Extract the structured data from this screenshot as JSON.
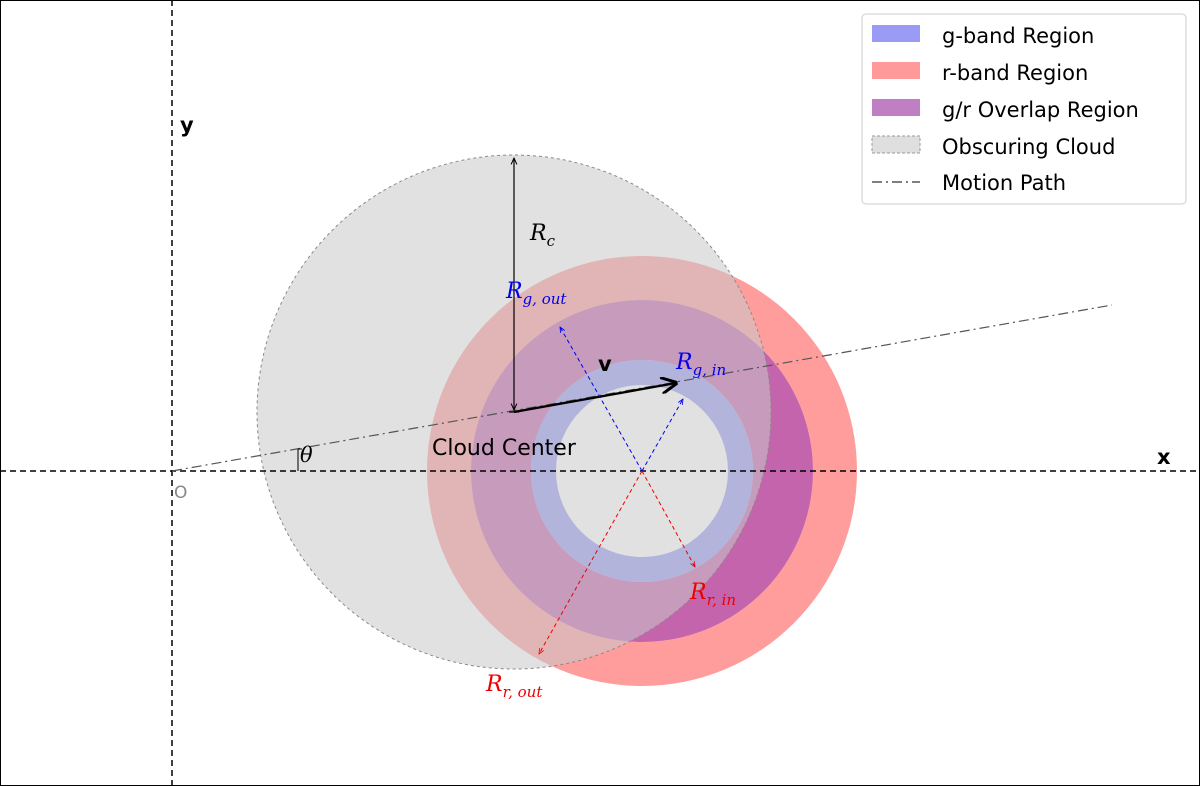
{
  "axes": {
    "x_label": "x",
    "y_label": "y",
    "origin_label": "O"
  },
  "labels": {
    "cloud_radius": {
      "main": "R",
      "sub": "c"
    },
    "g_out": {
      "main": "R",
      "sub": "g, out"
    },
    "g_in": {
      "main": "R",
      "sub": "g, in"
    },
    "r_in": {
      "main": "R",
      "sub": "r, in"
    },
    "r_out": {
      "main": "R",
      "sub": "r, out"
    },
    "velocity": "v",
    "angle": "θ",
    "cloud_center": "Cloud Center"
  },
  "legend": {
    "items": [
      {
        "label": "g-band Region",
        "color": "#9a9bf4",
        "style": "filled"
      },
      {
        "label": "r-band Region",
        "color": "#ff9a9a",
        "style": "filled"
      },
      {
        "label": "g/r Overlap Region",
        "color": "#c07fc3",
        "style": "filled"
      },
      {
        "label": "Obscuring Cloud",
        "color": "#dfdfdf",
        "style": "dashed-filled"
      },
      {
        "label": "Motion Path",
        "color": "#555555",
        "style": "dashdot-line"
      }
    ]
  },
  "colors": {
    "g_band": "#8e90f0",
    "r_band": "#ff8c8c",
    "overlap": "#b04fa6",
    "cloud": "#c8c8c8",
    "g_label": "#0000ee",
    "r_label": "#ee0000",
    "outline": "#999999"
  }
}
